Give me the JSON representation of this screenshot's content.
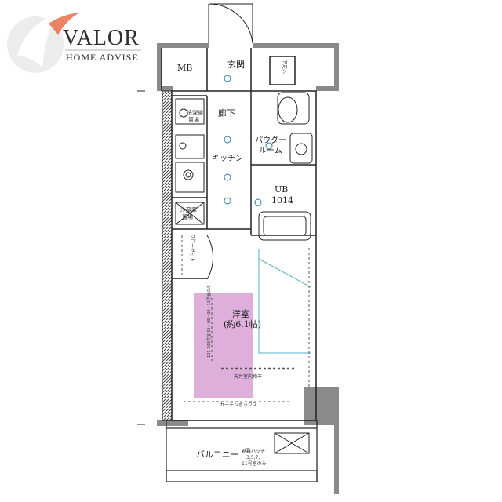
{
  "logo": {
    "brand": "VALOR",
    "tagline": "HOME ADVISE",
    "brand_color": "#e86e4a"
  },
  "rooms": {
    "mb": "MB",
    "genkan": "玄関",
    "rouka": "廊下",
    "kitchen": "キッチン",
    "powder_1": "パウダー",
    "powder_2": "ルーム",
    "ub_1": "UB",
    "ub_2": "1014",
    "youshitsu_1": "洋室",
    "youshitsu_2": "(約6.1帖)",
    "balcony": "バルコニー"
  },
  "labels": {
    "washer_1": "洗濯機",
    "washer_2": "置場",
    "fridge_1": "冷蔵庫",
    "fridge_2": "置場",
    "closet": "クローゼット",
    "ceiling_note": "天井室内物干",
    "curtain_box": "カーテンボックス",
    "bed_note": "101-103号室 05・08・09・11号室のみ",
    "balcony_note_1": "避難ハッチ",
    "balcony_note_2": "3,5,7,",
    "balcony_note_3": "11号室のみ",
    "shoe_box": "下足入"
  },
  "colors": {
    "highlight": "#d9a6d6",
    "wall": "#8a8a8a",
    "accent_line": "#5ab0c8"
  }
}
